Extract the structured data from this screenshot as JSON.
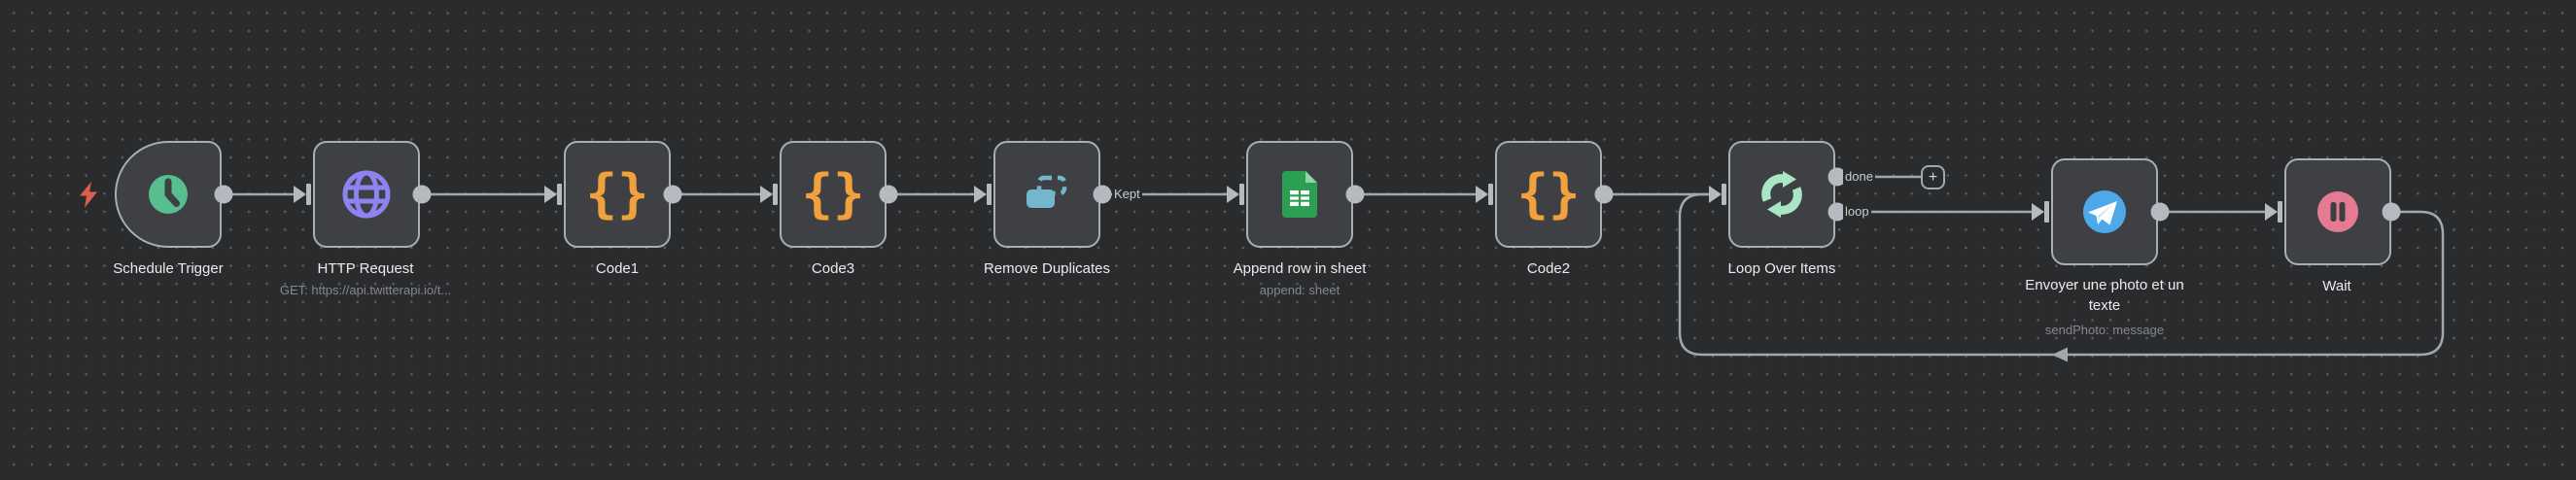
{
  "canvas": {
    "background": "#2a2b2c",
    "dot_color": "#5a5c5e"
  },
  "colors": {
    "node_fill": "#3e4043",
    "node_border": "#a9adb4",
    "connector": "#a2a7ae",
    "label": "#e9ebee",
    "subtitle": "#85888d",
    "conn_label": "#c9cdd2",
    "lightning": "#dd5f4b",
    "clock_green": "#58bd8f",
    "globe_purple": "#8d84f2",
    "brace_orange": "#f0a03c",
    "dup_teal": "#72b7cd",
    "sheets_green": "#2ba052",
    "sheets_fold": "#8fd4ab",
    "loop_mint": "#a9e6c6",
    "telegram_blue": "#4da9e8",
    "wait_pink": "#e57b92",
    "pause_dark": "#3c3e41"
  },
  "nodes": [
    {
      "id": "schedule-trigger",
      "label": "Schedule Trigger",
      "icon": "clock-icon",
      "type": "trigger"
    },
    {
      "id": "http-request",
      "label": "HTTP Request",
      "subtitle": "GET: https://api.twitterapi.io/t...",
      "icon": "globe-icon"
    },
    {
      "id": "code1",
      "label": "Code1",
      "icon": "code-braces-icon"
    },
    {
      "id": "code3",
      "label": "Code3",
      "icon": "code-braces-icon"
    },
    {
      "id": "remove-duplicates",
      "label": "Remove Duplicates",
      "icon": "duplicate-boxes-icon"
    },
    {
      "id": "append-row-in-sheet",
      "label": "Append row in sheet",
      "subtitle": "append: sheet",
      "icon": "google-sheets-icon"
    },
    {
      "id": "code2",
      "label": "Code2",
      "icon": "code-braces-icon"
    },
    {
      "id": "loop-over-items",
      "label": "Loop Over Items",
      "icon": "loop-sync-icon",
      "outputs": [
        "done",
        "loop"
      ]
    },
    {
      "id": "envoyer-une-photo",
      "label": "Envoyer une photo et un texte",
      "subtitle": "sendPhoto: message",
      "icon": "telegram-icon"
    },
    {
      "id": "wait",
      "label": "Wait",
      "icon": "pause-icon"
    }
  ],
  "connection_labels": {
    "kept": "Kept",
    "done": "done",
    "loop": "loop"
  },
  "add_node_button": {
    "label": "+"
  },
  "code_glyph": "{}"
}
